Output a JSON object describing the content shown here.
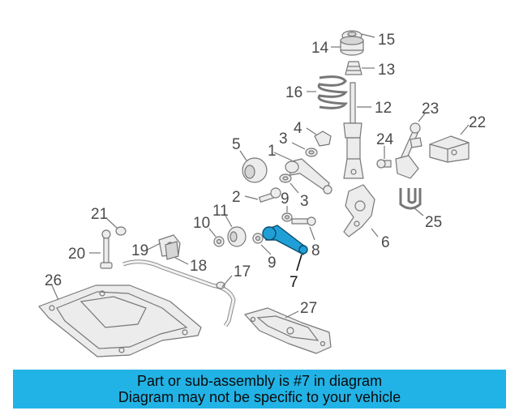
{
  "diagram": {
    "labels": [
      "15",
      "14",
      "13",
      "16",
      "12",
      "23",
      "22",
      "4",
      "5",
      "3",
      "1",
      "24",
      "9",
      "3",
      "2",
      "11",
      "21",
      "10",
      "8",
      "20",
      "19",
      "18",
      "7",
      "9",
      "6",
      "25",
      "17",
      "26",
      "27"
    ],
    "highlight_part": "7",
    "accent_color": "#1f9fd6"
  },
  "banner": {
    "line1": "Part or sub-assembly is #7 in diagram",
    "line2": "Diagram may not be specific to your vehicle",
    "color": "#22b3e6"
  }
}
